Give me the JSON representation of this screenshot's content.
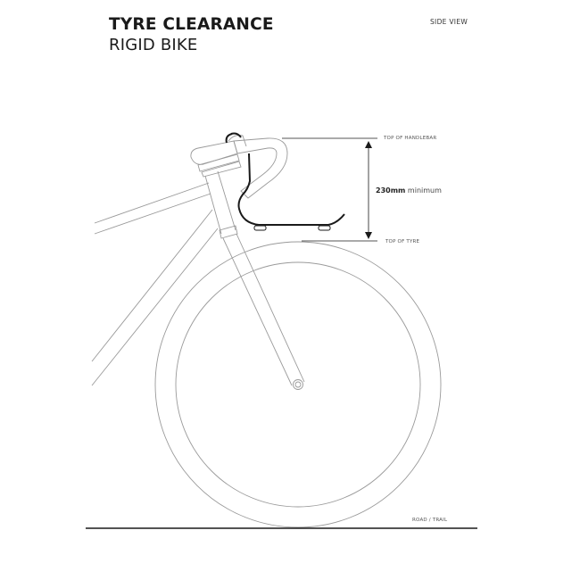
{
  "header": {
    "title": "TYRE CLEARANCE",
    "subtitle": "RIGID BIKE",
    "view": "SIDE VIEW"
  },
  "labels": {
    "top_of_handlebar": "TOP OF HANDLEBAR",
    "top_of_tyre": "TOP OF TYRE",
    "ground": "ROAD / TRAIL"
  },
  "measurement": {
    "value": "230mm",
    "qualifier": "minimum"
  },
  "colors": {
    "line": "#9a9a9a",
    "ink": "#1a1a1a",
    "background": "#ffffff"
  },
  "icons": {
    "dimension_arrow": "double-headed-vertical-arrow",
    "accessory": "handlebar-mounted-bracket"
  }
}
